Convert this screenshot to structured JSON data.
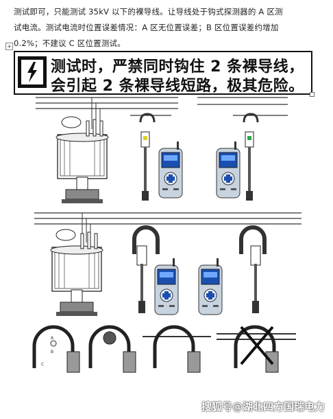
{
  "paragraph": {
    "line1": "测试即可，只能测试 35kV 以下的裸导线。让导线处于钩式探测器的 A 区测",
    "line2": "试电流。测试电流时位置误差情况：A 区无位置误差；B 区位置误差约增加",
    "line3": "0.2%；不建议 C 区位置测试。"
  },
  "warning": {
    "line1": "测试时，严禁同时钩住 2 条裸导线，",
    "line2": "会引起 2 条裸导线短路，极其危险。"
  },
  "figure": {
    "zone_labels": [
      "A",
      "B",
      "C"
    ]
  },
  "watermark": "搜狐号@湖北四方国瑞电力",
  "colors": {
    "screen": "#1a4fb0",
    "device": "#b9c6d6",
    "warning_border": "#111111"
  },
  "icons": [
    "lightning-hazard-icon",
    "transformer-drawing",
    "hook-clamp-icon",
    "tester-device-icon"
  ]
}
